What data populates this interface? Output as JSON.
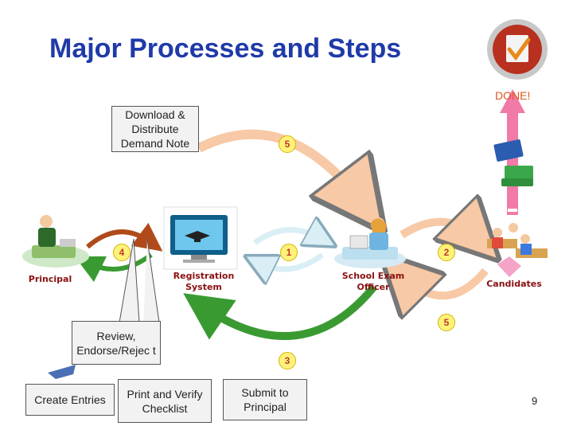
{
  "title": "Major Processes and Steps",
  "done_label": "DONE!",
  "callouts": {
    "download": "Download & Distribute Demand Note",
    "review": "Review, Endorse/Rejec t",
    "create": "Create Entries",
    "print": "Print and Verify Checklist",
    "submit": "Submit to Principal"
  },
  "actors": {
    "principal": "Principal",
    "registration": "Registration System",
    "officer": "School Exam Officer",
    "candidates": "Candidates"
  },
  "steps": {
    "s5_top": "5",
    "s4": "4",
    "s1": "1",
    "s2": "2",
    "s5_right": "5",
    "s3": "3"
  },
  "page_number": "9",
  "colors": {
    "title": "#1f3aa8",
    "arrow_peach": "#f7c9a6",
    "arrow_green": "#3a9a32",
    "arrow_brown": "#b04a1a",
    "arrow_pink": "#f27aa8"
  }
}
